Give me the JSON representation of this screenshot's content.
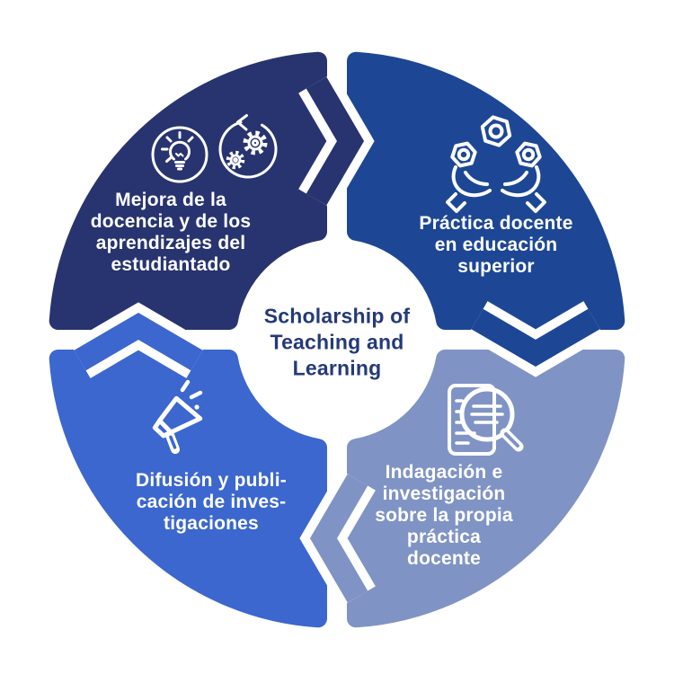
{
  "diagram": {
    "type": "cycle",
    "direction": "clockwise",
    "background": "#ffffff"
  },
  "title": {
    "lines": [
      "Scholarship of",
      "Teaching and",
      "Learning"
    ],
    "color": "#243a78"
  },
  "palette": {
    "label_text": "#ffffff",
    "navy": "#283470",
    "blue": "#1d4795",
    "periwinkle": "#8093c5",
    "bright_blue": "#3b67ce"
  },
  "quadrants": [
    {
      "id": "mejora",
      "position": "top-left",
      "color": "#283470",
      "icon": "lightbulb-gears-cycle-icon",
      "lines": [
        "Mejora de la",
        "docencia y de los",
        "aprendizajes del",
        "estudiantado"
      ]
    },
    {
      "id": "practica",
      "position": "top-right",
      "color": "#1d4795",
      "icon": "hands-holding-gears-icon",
      "lines": [
        "Práctica docente",
        "en educación",
        "superior"
      ]
    },
    {
      "id": "indagacion",
      "position": "bottom-right",
      "color": "#8093c5",
      "icon": "document-magnifier-icon",
      "lines": [
        "Indagación e",
        "investigación",
        "sobre la propia",
        "práctica",
        "docente"
      ]
    },
    {
      "id": "difusion",
      "position": "bottom-left",
      "color": "#3b67ce",
      "icon": "megaphone-icon",
      "lines": [
        "Difusión y publi-",
        "cación de inves-",
        "tigaciones"
      ]
    }
  ],
  "arrows": [
    {
      "position": "top",
      "points_to": "top-right",
      "color": "#283470"
    },
    {
      "position": "right",
      "points_to": "bottom-right",
      "color": "#1d4795"
    },
    {
      "position": "bottom",
      "points_to": "bottom-left",
      "color": "#8093c5"
    },
    {
      "position": "left",
      "points_to": "top-left",
      "color": "#3b67ce"
    }
  ]
}
